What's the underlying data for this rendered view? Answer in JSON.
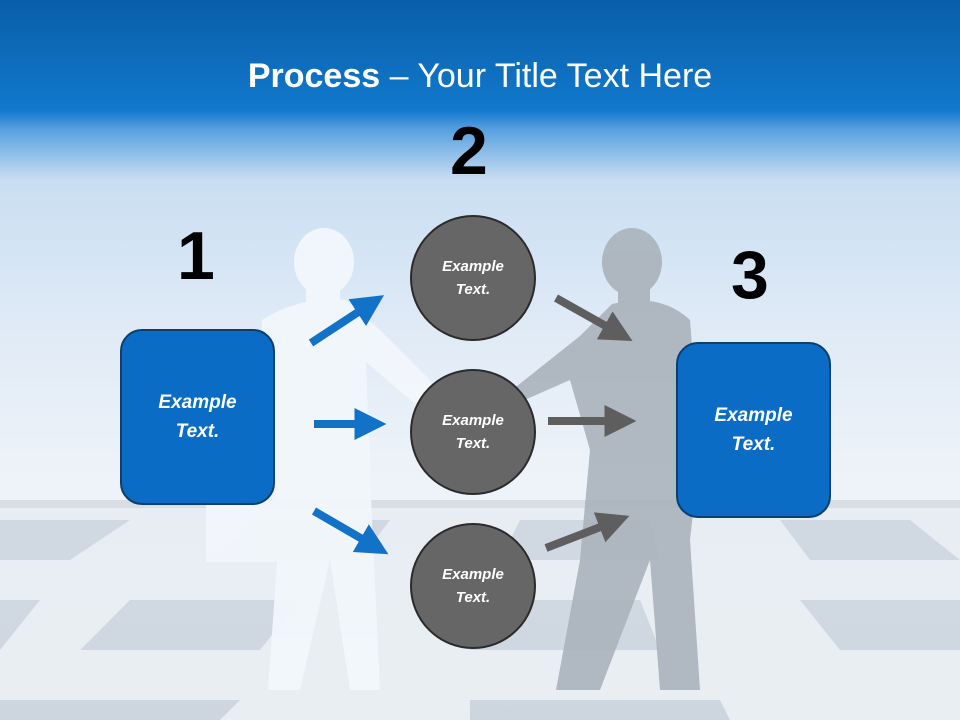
{
  "slide": {
    "title_bold": "Process",
    "title_rest": " – Your Title Text Here"
  },
  "steps": {
    "step1_number": "1",
    "step2_number": "2",
    "step3_number": "3"
  },
  "boxes": {
    "left": "Example\nText.",
    "right": "Example\nText."
  },
  "circles": {
    "top": "Example\nText.",
    "middle": "Example\nText.",
    "bottom": "Example\nText."
  },
  "colors": {
    "accent_blue": "#0a6cc4",
    "circle_gray": "#666666",
    "arrow_blue": "#1172c8",
    "arrow_gray": "#5e5e5e"
  }
}
